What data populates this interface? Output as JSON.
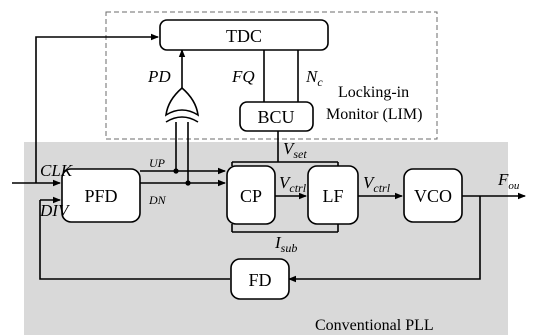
{
  "diagram": {
    "blocks": {
      "tdc": "TDC",
      "bcu": "BCU",
      "pfd": "PFD",
      "cp": "CP",
      "lf": "LF",
      "vco": "VCO",
      "fd": "FD"
    },
    "signals": {
      "clk": "CLK",
      "div": "DIV",
      "pd": "PD",
      "fq": "FQ",
      "nc": "N",
      "nc_sub": "c",
      "up": "UP",
      "dn": "DN",
      "vset": "V",
      "vset_sub": "set",
      "vctrl1": "V",
      "vctrl1_sub": "ctrl",
      "vctrl2": "V",
      "vctrl2_sub": "ctrl",
      "isub": "I",
      "isub_sub": "sub",
      "fout": "F",
      "fout_sub": "ou"
    },
    "regions": {
      "lim_line1": "Locking-in",
      "lim_line2": "Monitor (LIM)",
      "pll": "Conventional PLL"
    },
    "colors": {
      "pll_region_fill": "#d9d9d9",
      "lim_border": "#6b6b6b"
    }
  }
}
